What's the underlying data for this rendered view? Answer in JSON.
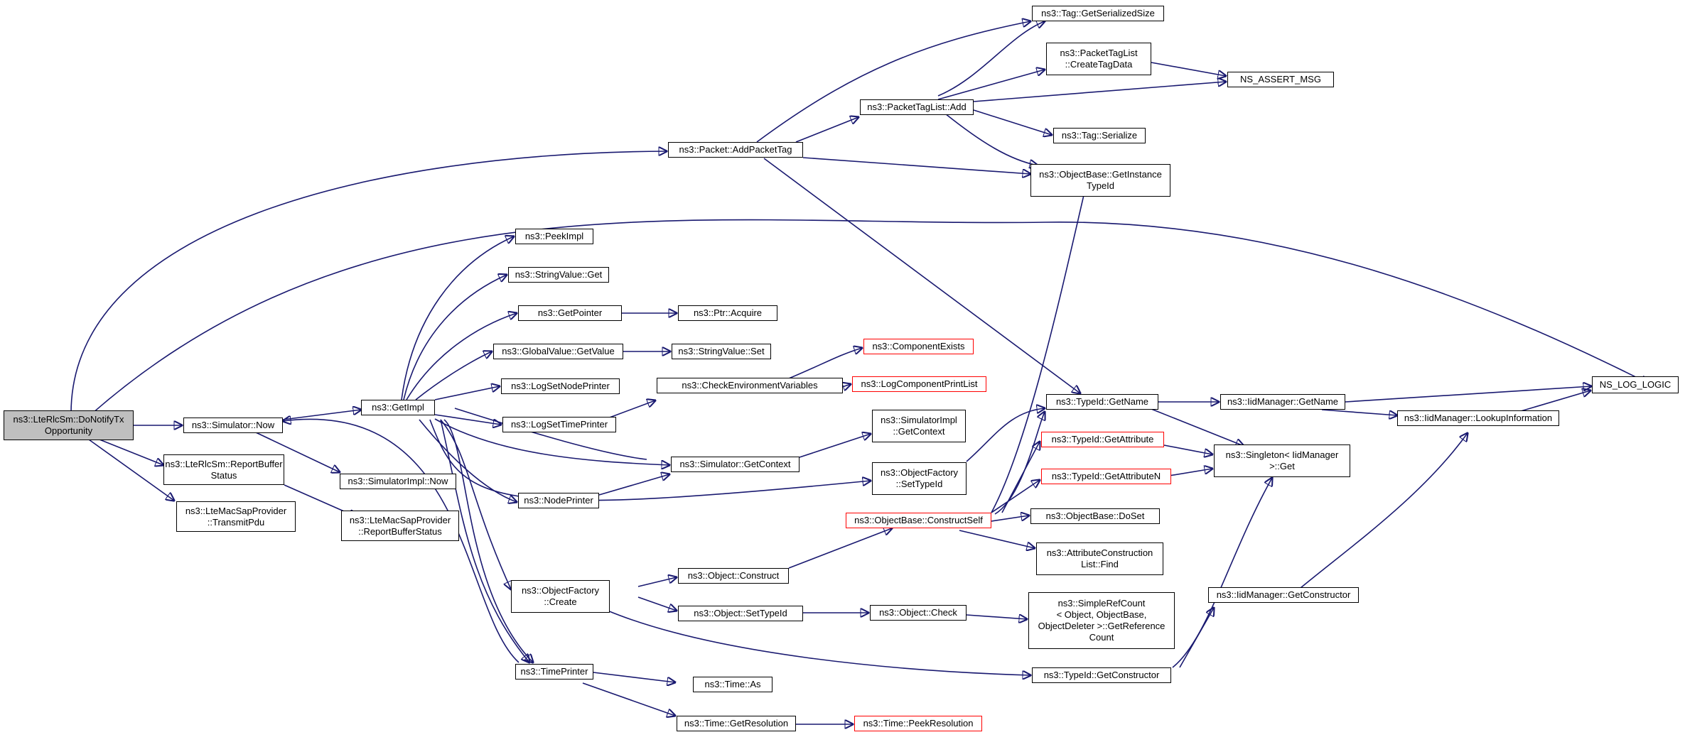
{
  "title": "",
  "colors": {
    "edge": "#191970",
    "node_border": "#000000",
    "node_border_incomplete": "#ff0000",
    "root_fill": "#bfbfbf"
  },
  "nodes": {
    "root": "ns3::LteRlcSm::DoNotifyTx\nOpportunity",
    "sim_now": "ns3::Simulator::Now",
    "report_buffer": "ns3::LteRlcSm::ReportBuffer\nStatus",
    "transmit_pdu": "ns3::LteMacSapProvider\n::TransmitPdu",
    "get_impl": "ns3::GetImpl",
    "simimpl_now": "ns3::SimulatorImpl::Now",
    "mac_report": "ns3::LteMacSapProvider\n::ReportBufferStatus",
    "peek_impl": "ns3::PeekImpl",
    "stringvalue_get": "ns3::StringValue::Get",
    "get_pointer": "ns3::GetPointer",
    "globalvalue_getvalue": "ns3::GlobalValue::GetValue",
    "log_set_node_printer": "ns3::LogSetNodePrinter",
    "log_set_time_printer": "ns3::LogSetTimePrinter",
    "node_printer": "ns3::NodePrinter",
    "objfactory_create": "ns3::ObjectFactory\n::Create",
    "time_printer": "ns3::TimePrinter",
    "ptr_acquire": "ns3::Ptr::Acquire",
    "stringvalue_set": "ns3::StringValue::Set",
    "check_env": "ns3::CheckEnvironmentVariables",
    "sim_getcontext": "ns3::Simulator::GetContext",
    "object_construct": "ns3::Object::Construct",
    "object_settypeid": "ns3::Object::SetTypeId",
    "time_as": "ns3::Time::As",
    "time_getresolution": "ns3::Time::GetResolution",
    "component_exists": "ns3::ComponentExists",
    "log_component_printlist": "ns3::LogComponentPrintList",
    "simimpl_getcontext": "ns3::SimulatorImpl\n::GetContext",
    "objfactory_settypeid": "ns3::ObjectFactory\n::SetTypeId",
    "objbase_constructself": "ns3::ObjectBase::ConstructSelf",
    "object_check": "ns3::Object::Check",
    "time_peekresolution": "ns3::Time::PeekResolution",
    "packet_addpackettag": "ns3::Packet::AddPacketTag",
    "packettaglist_add": "ns3::PacketTagList::Add",
    "tag_getserializedsize": "ns3::Tag::GetSerializedSize",
    "packettaglist_createtagdata": "ns3::PacketTagList\n::CreateTagData",
    "tag_serialize": "ns3::Tag::Serialize",
    "objbase_getinstancetypeid": "ns3::ObjectBase::GetInstance\nTypeId",
    "typeid_getname": "ns3::TypeId::GetName",
    "typeid_getattribute": "ns3::TypeId::GetAttribute",
    "typeid_getattributen": "ns3::TypeId::GetAttributeN",
    "objbase_doset": "ns3::ObjectBase::DoSet",
    "attrconstruction_find": "ns3::AttributeConstruction\nList::Find",
    "simplerefcount": "ns3::SimpleRefCount\n< Object, ObjectBase,\nObjectDeleter >::GetReference\nCount",
    "typeid_getconstructor": "ns3::TypeId::GetConstructor",
    "ns_assert_msg": "NS_ASSERT_MSG",
    "iidmanager_getname": "ns3::IidManager::GetName",
    "singleton_get": "ns3::Singleton< IidManager\n>::Get",
    "iidmanager_getconstructor": "ns3::IidManager::GetConstructor",
    "iidmanager_lookupinformation": "ns3::IidManager::LookupInformation",
    "ns_log_logic": "NS_LOG_LOGIC"
  }
}
